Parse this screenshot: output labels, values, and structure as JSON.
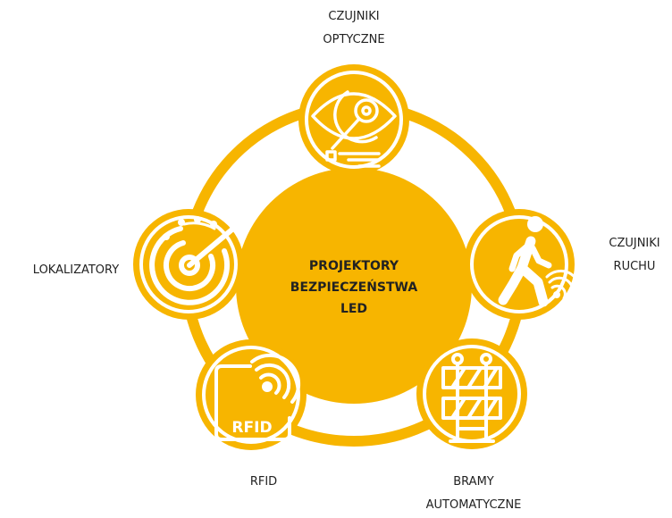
{
  "colors": {
    "accent": "#F7B500",
    "accent_dark": "#E5A800",
    "text": "#222222",
    "icon_stroke": "#ffffff"
  },
  "center": {
    "line1": "PROJEKTORY",
    "line2": "BEZPIECZEŃSTWA",
    "line3": "LED"
  },
  "nodes": [
    {
      "id": "optical",
      "line1": "CZUJNIKI",
      "line2": "OPTYCZNE",
      "icon": "eye-sensor-icon"
    },
    {
      "id": "motion",
      "line1": "CZUJNIKI",
      "line2": "RUCHU",
      "icon": "walking-person-icon"
    },
    {
      "id": "gates",
      "line1": "BRAMY",
      "line2": "AUTOMATYCZNE",
      "icon": "barrier-gate-icon"
    },
    {
      "id": "rfid",
      "line1": "RFID",
      "line2": "",
      "icon": "rfid-tag-icon",
      "badge": "RFID"
    },
    {
      "id": "locators",
      "line1": "LOKALIZATORY",
      "line2": "",
      "icon": "radar-icon"
    }
  ]
}
